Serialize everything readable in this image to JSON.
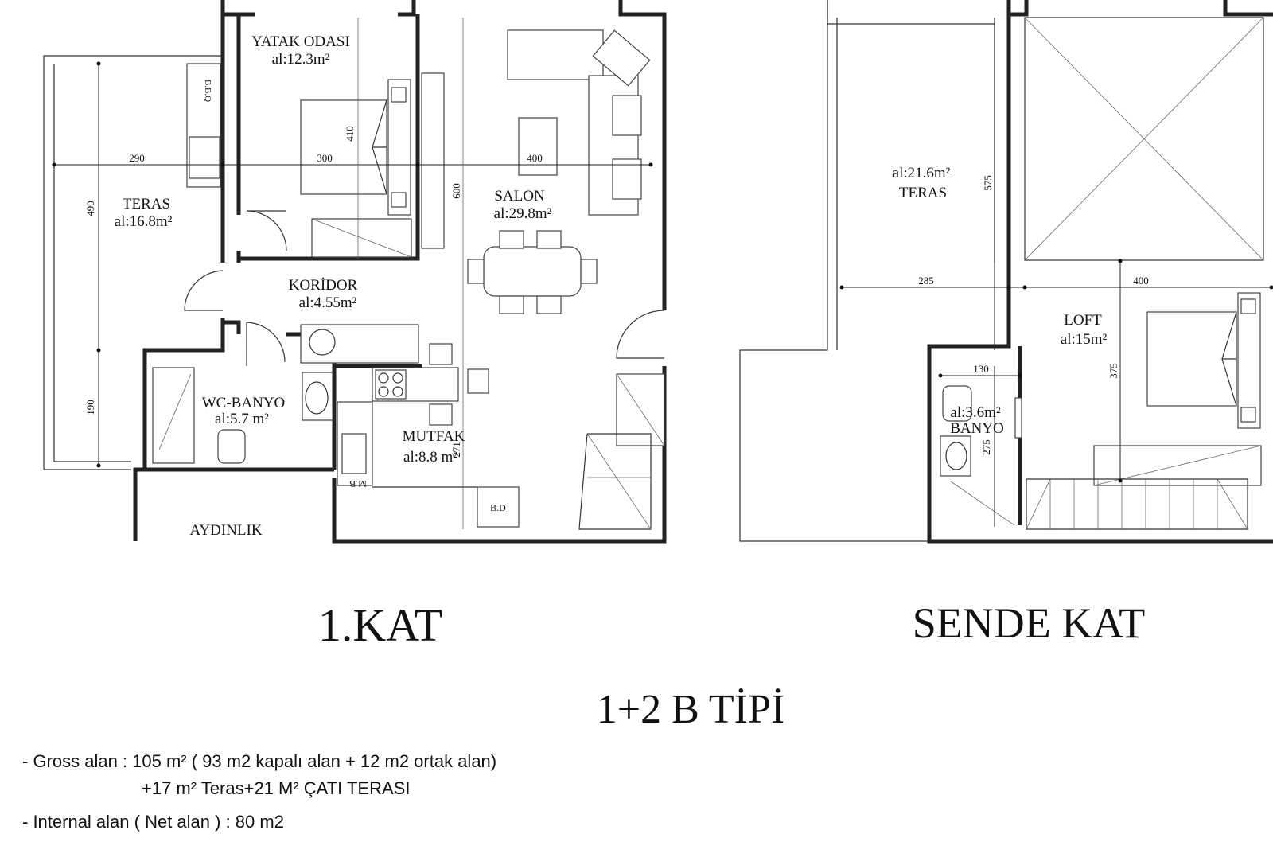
{
  "plan_1kat": {
    "title": "1.KAT",
    "rooms": {
      "yatak_name": "YATAK ODASI",
      "yatak_area": "al:12.3m²",
      "teras_name": "TERAS",
      "teras_area": "al:16.8m²",
      "salon_name": "SALON",
      "salon_area": "al:29.8m²",
      "koridor_name": "KORİDOR",
      "koridor_area": "al:4.55m²",
      "wc_name": "WC-BANYO",
      "wc_area": "al:5.7 m²",
      "mutfak_name": "MUTFAK",
      "mutfak_area": "al:8.8 m²",
      "aydinlik": "AYDINLIK"
    },
    "labels": {
      "bbq": "B.B.Q",
      "mb": "M.B",
      "bd": "B.D"
    },
    "dimensions": {
      "d290": "290",
      "d300": "300",
      "d400": "400",
      "d410": "410",
      "d490": "490",
      "d190": "190",
      "d600": "600",
      "d271": "271"
    }
  },
  "plan_sende": {
    "title": "SENDE KAT",
    "rooms": {
      "teras_area": "al:21.6m²",
      "teras_name": "TERAS",
      "loft_name": "LOFT",
      "loft_area": "al:15m²",
      "banyo_area": "al:3.6m²",
      "banyo_name": "BANYO"
    },
    "dimensions": {
      "d575": "575",
      "d285": "285",
      "d400": "400",
      "d375": "375",
      "d130": "130",
      "d275": "275"
    }
  },
  "type_title": "1+2 B TİPİ",
  "notes": [
    "- Gross alan : 105 m² ( 93 m2 kapalı alan + 12 m2 ortak alan)",
    "+17 m² Teras+21 M² ÇATI TERASI",
    "- Internal alan ( Net alan ) : 80 m2"
  ]
}
